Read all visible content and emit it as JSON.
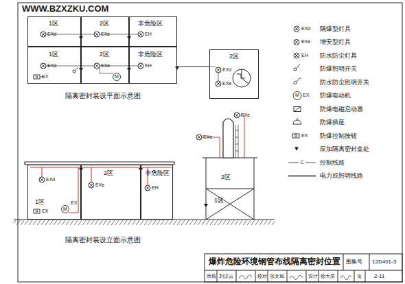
{
  "diagram": {
    "title": "爆炸危险环境钢管布线隔离密封位置",
    "nodes": [
      {
        "text": [
          "1区"
        ]
      },
      {
        "text": [
          "2区"
        ]
      },
      {
        "text": [
          "非危险区"
        ]
      },
      {
        "text": [
          "1区"
        ]
      },
      {
        "text": [
          "2区"
        ]
      },
      {
        "text": [
          "非危险区"
        ]
      },
      {
        "text": [
          "2区"
        ]
      },
      {
        "text": [
          "1区"
        ]
      },
      {
        "text": [
          "2区"
        ]
      },
      {
        "text": [
          "非危险区"
        ]
      }
    ],
    "edges": [
      {
        "from": 5,
        "to": 6,
        "arrow": "none"
      }
    ],
    "labels": [
      "WWW.BZXZKU.COM",
      "隔离密封装设平面示意图",
      "隔离密封装设立面示意图",
      "EXd",
      "EXe",
      "EH",
      "EXd",
      "EXe",
      "EH",
      "M",
      "EX",
      "EXd",
      "EXe",
      "EXd",
      "EXe",
      "EH",
      "M",
      "EX",
      "EX",
      "EXe",
      "2区",
      "1区",
      "EXe",
      "图集号",
      "12D401-3",
      "审核",
      "刘汉云",
      "校对",
      "张文斌",
      "设计",
      "徐大庆",
      "页",
      "2-11",
      "EXd",
      "EXe",
      "EH",
      "M",
      "EX",
      "EX",
      "C"
    ],
    "legend": [
      {
        "text": "隔爆型灯具"
      },
      {
        "text": "增安型灯具"
      },
      {
        "text": "防水防尘灯具"
      },
      {
        "text": "防爆照明开关"
      },
      {
        "text": "防水防尘照明开关"
      },
      {
        "text": "防爆电动机"
      },
      {
        "text": "防爆电磁启动器"
      },
      {
        "text": "防爆插座"
      },
      {
        "text": "防爆控制按钮"
      },
      {
        "text": "应加隔离密封盒处"
      },
      {
        "text": "控制线路"
      },
      {
        "text": "电力或照明线路"
      }
    ]
  }
}
